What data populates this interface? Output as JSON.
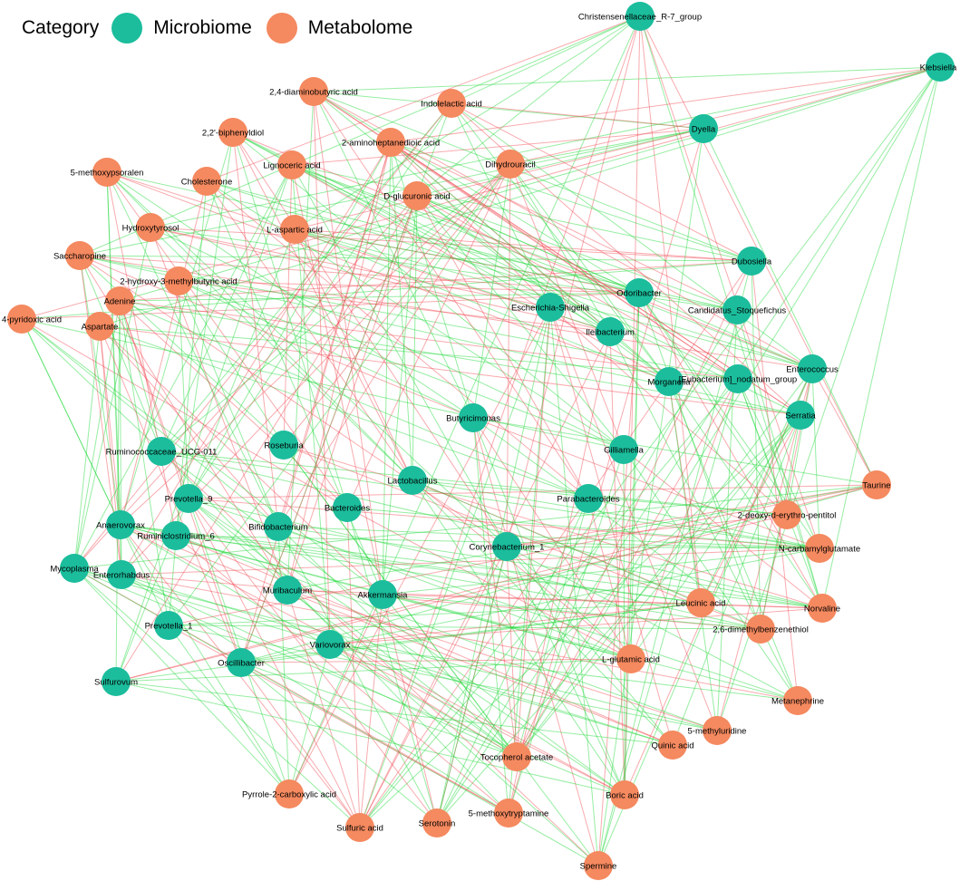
{
  "legend": {
    "title": "Category",
    "items": [
      {
        "label": "Microbiome",
        "color": "#1bbd9c"
      },
      {
        "label": "Metabolome",
        "color": "#f5895f"
      }
    ]
  },
  "edge_colors": {
    "positive": "#19d832",
    "negative": "#f0454d"
  },
  "nodes": [
    {
      "id": "Christensenellaceae_R-7_group",
      "type": "microbiome"
    },
    {
      "id": "Klebsiella",
      "type": "microbiome"
    },
    {
      "id": "Dyella",
      "type": "microbiome"
    },
    {
      "id": "Dubosiella",
      "type": "microbiome"
    },
    {
      "id": "Odoribacter",
      "type": "microbiome"
    },
    {
      "id": "Escherichia-Shigella",
      "type": "microbiome"
    },
    {
      "id": "Candidatus_Stoquefichus",
      "type": "microbiome"
    },
    {
      "id": "Ileibacterium",
      "type": "microbiome"
    },
    {
      "id": "Enterococcus",
      "type": "microbiome"
    },
    {
      "id": "Morganella",
      "type": "microbiome"
    },
    {
      "id": "[Eubacterium]_nodatum_group",
      "type": "microbiome"
    },
    {
      "id": "Serratia",
      "type": "microbiome"
    },
    {
      "id": "Butyricimonas",
      "type": "microbiome"
    },
    {
      "id": "Gilliamella",
      "type": "microbiome"
    },
    {
      "id": "Ruminococcaceae_UCG-011",
      "type": "microbiome"
    },
    {
      "id": "Roseburia",
      "type": "microbiome"
    },
    {
      "id": "Lactobacillus",
      "type": "microbiome"
    },
    {
      "id": "Prevotella_9",
      "type": "microbiome"
    },
    {
      "id": "Bacteroides",
      "type": "microbiome"
    },
    {
      "id": "Parabacteroides",
      "type": "microbiome"
    },
    {
      "id": "Anaerovorax",
      "type": "microbiome"
    },
    {
      "id": "Ruminiclostridium_6",
      "type": "microbiome"
    },
    {
      "id": "Bifidobacterium",
      "type": "microbiome"
    },
    {
      "id": "Corynebacterium_1",
      "type": "microbiome"
    },
    {
      "id": "Mycoplasma",
      "type": "microbiome"
    },
    {
      "id": "Enterorhabdus",
      "type": "microbiome"
    },
    {
      "id": "Muribaculum",
      "type": "microbiome"
    },
    {
      "id": "Akkermansia",
      "type": "microbiome"
    },
    {
      "id": "Prevotella_1",
      "type": "microbiome"
    },
    {
      "id": "Variovorax",
      "type": "microbiome"
    },
    {
      "id": "Oscillibacter",
      "type": "microbiome"
    },
    {
      "id": "Sulfurovum",
      "type": "microbiome"
    },
    {
      "id": "2,4-diaminobutyric acid",
      "type": "metabolome"
    },
    {
      "id": "Indolelactic acid",
      "type": "metabolome"
    },
    {
      "id": "2,2'-biphenyldiol",
      "type": "metabolome"
    },
    {
      "id": "2-aminoheptanedioic acid",
      "type": "metabolome"
    },
    {
      "id": "Lignoceric acid",
      "type": "metabolome"
    },
    {
      "id": "Dihydrouracil",
      "type": "metabolome"
    },
    {
      "id": "5-methoxypsoralen",
      "type": "metabolome"
    },
    {
      "id": "Cholesterone",
      "type": "metabolome"
    },
    {
      "id": "D-glucuronic acid",
      "type": "metabolome"
    },
    {
      "id": "Hydroxytyrosol",
      "type": "metabolome"
    },
    {
      "id": "L-aspartic acid",
      "type": "metabolome"
    },
    {
      "id": "Saccharopine",
      "type": "metabolome"
    },
    {
      "id": "2-hydroxy-3-methylbutyric acid",
      "type": "metabolome"
    },
    {
      "id": "Adenine",
      "type": "metabolome"
    },
    {
      "id": "4-pyridoxic acid",
      "type": "metabolome"
    },
    {
      "id": "Aspartate",
      "type": "metabolome"
    },
    {
      "id": "Taurine",
      "type": "metabolome"
    },
    {
      "id": "2-deoxy-d-erythro-pentitol",
      "type": "metabolome"
    },
    {
      "id": "N-carbamylglutamate",
      "type": "metabolome"
    },
    {
      "id": "Leucinic acid",
      "type": "metabolome"
    },
    {
      "id": "Norvaline",
      "type": "metabolome"
    },
    {
      "id": "2,6-dimethylbenzenethiol",
      "type": "metabolome"
    },
    {
      "id": "L-glutamic acid",
      "type": "metabolome"
    },
    {
      "id": "Metanephrine",
      "type": "metabolome"
    },
    {
      "id": "5-methyluridine",
      "type": "metabolome"
    },
    {
      "id": "Quinic acid",
      "type": "metabolome"
    },
    {
      "id": "Tocopherol acetate",
      "type": "metabolome"
    },
    {
      "id": "Pyrrole-2-carboxylic acid",
      "type": "metabolome"
    },
    {
      "id": "Boric acid",
      "type": "metabolome"
    },
    {
      "id": "5-methoxytryptamine",
      "type": "metabolome"
    },
    {
      "id": "Serotonin",
      "type": "metabolome"
    },
    {
      "id": "Sulfuric acid",
      "type": "metabolome"
    },
    {
      "id": "Spermine",
      "type": "metabolome"
    }
  ]
}
